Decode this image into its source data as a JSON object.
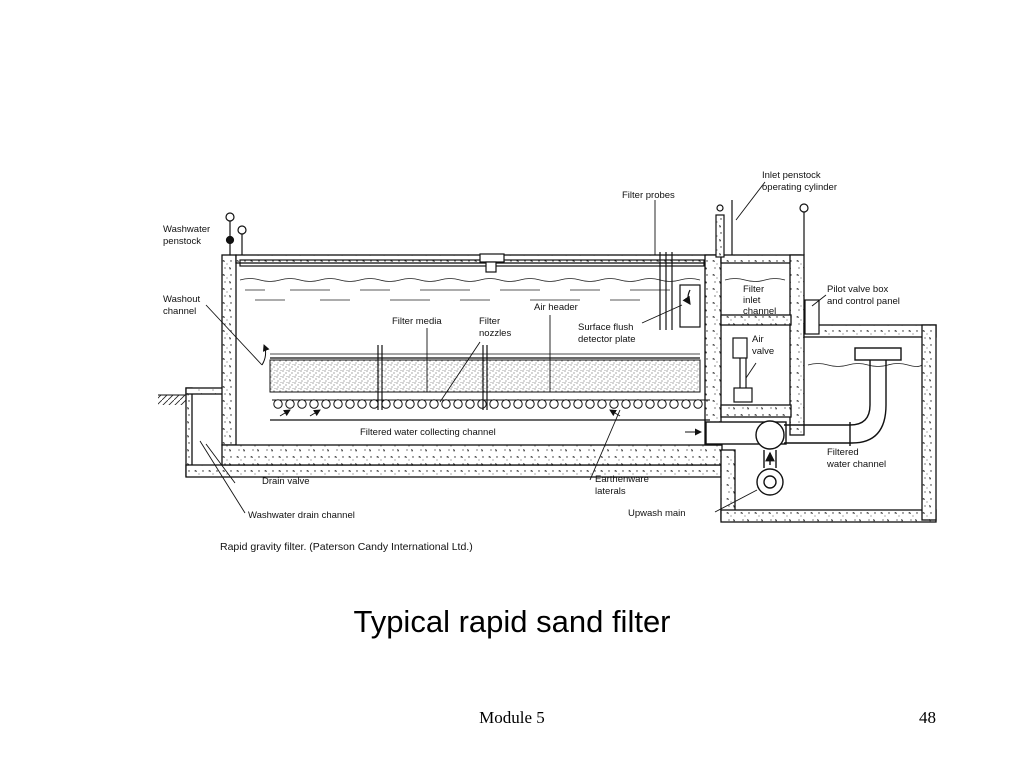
{
  "diagram": {
    "labels": {
      "washwater_penstock": [
        "Washwater",
        "penstock"
      ],
      "washout_channel": [
        "Washout",
        "channel"
      ],
      "filter_media": "Filter media",
      "filter_nozzles": [
        "Filter",
        "nozzles"
      ],
      "air_header": "Air header",
      "filter_probes": "Filter probes",
      "inlet_penstock": [
        "Inlet penstock",
        "operating cylinder"
      ],
      "surface_flush": [
        "Surface flush",
        "detector plate"
      ],
      "filter_inlet_channel": [
        "Filter",
        "inlet",
        "channel"
      ],
      "pilot_valve_box": [
        "Pilot valve box",
        "and control panel"
      ],
      "air_valve": [
        "Air",
        "valve"
      ],
      "filtered_water_collecting_channel": "Filtered water collecting channel",
      "filtered_water_channel": [
        "Filtered",
        "water channel"
      ],
      "earthenware_laterals": [
        "Earthenware",
        "laterals"
      ],
      "upwash_main": "Upwash main",
      "drain_valve": "Drain valve",
      "washwater_drain_channel": "Washwater drain channel"
    },
    "caption": "Rapid gravity filter. (Paterson Candy International Ltd.)"
  },
  "slide": {
    "title": "Typical rapid sand filter",
    "footer": "Module 5",
    "page_number": "48"
  }
}
